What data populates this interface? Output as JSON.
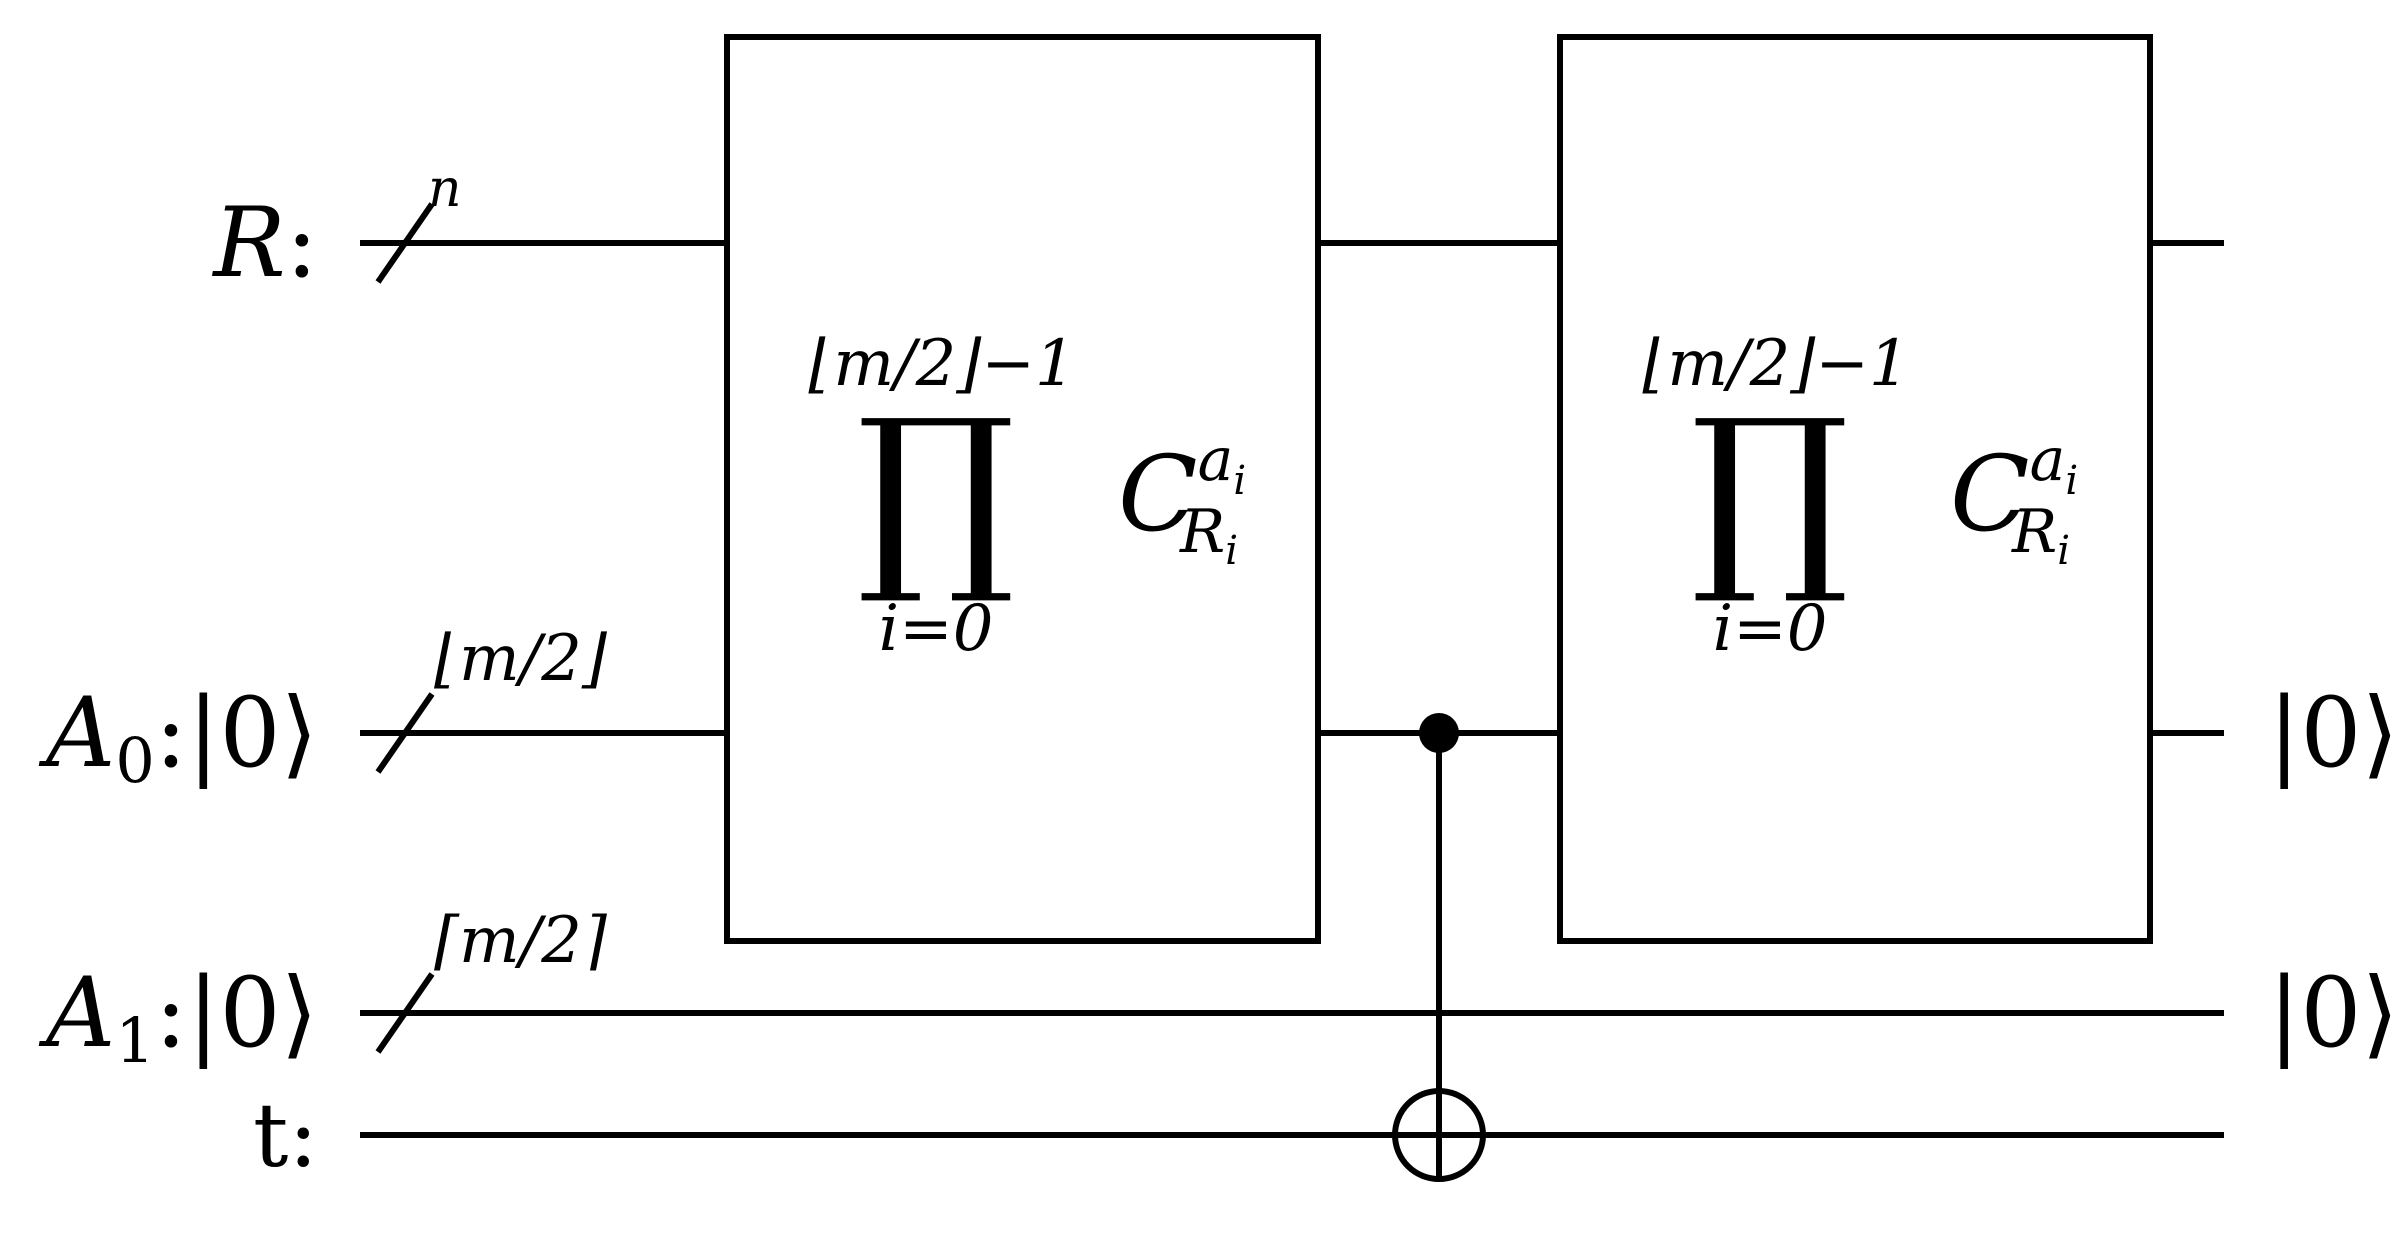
{
  "diagram": {
    "registers": [
      {
        "name": "R",
        "sep": ":",
        "initial": "",
        "bundle": "n",
        "output": ""
      },
      {
        "name": "A",
        "sub": "0",
        "sep": ":",
        "initial": "|0⟩",
        "bundle": "⌊m/2⌋",
        "output": "|0⟩"
      },
      {
        "name": "A",
        "sub": "1",
        "sep": ":",
        "initial": "|0⟩",
        "bundle": "⌈m/2⌉",
        "output": "|0⟩"
      },
      {
        "name": "t",
        "sep": ":",
        "initial": "",
        "bundle": "",
        "output": ""
      }
    ],
    "gates": [
      {
        "upper": "⌊m/2⌋−1",
        "operator": "∏",
        "lower": "i=0",
        "op": "C",
        "op_sup": "a",
        "op_sup_sub": "i",
        "op_sub": "R",
        "op_sub_sub": "i"
      },
      {
        "upper": "⌊m/2⌋−1",
        "operator": "∏",
        "lower": "i=0",
        "op": "C",
        "op_sup": "a",
        "op_sup_sub": "i",
        "op_sub": "R",
        "op_sub_sub": "i"
      }
    ],
    "cnot": {
      "control": "A0",
      "target": "t"
    }
  }
}
